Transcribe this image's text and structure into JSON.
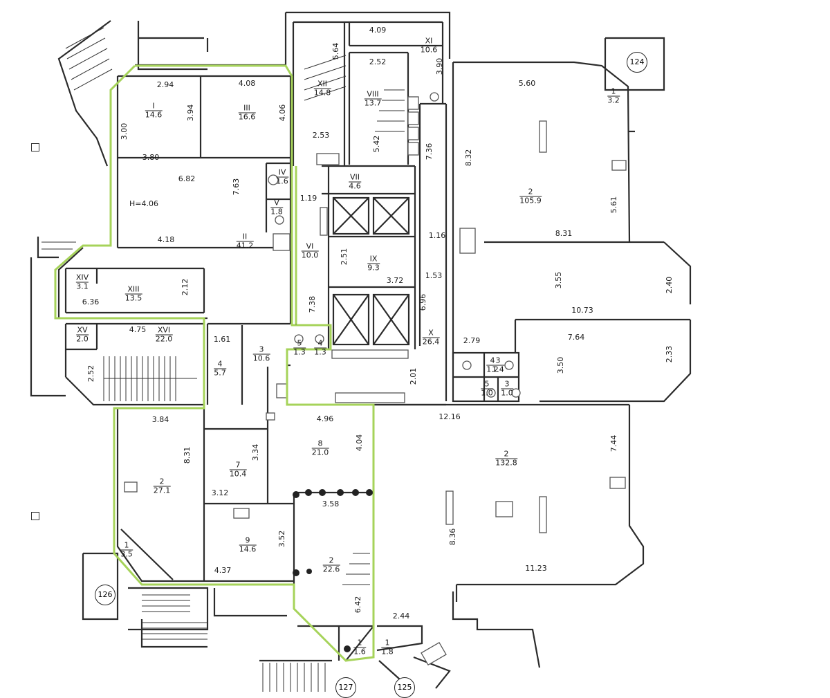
{
  "rooms": [
    {
      "id": "I",
      "area": "14.6"
    },
    {
      "id": "III",
      "area": "16.6"
    },
    {
      "id": "XII",
      "area": "14.8"
    },
    {
      "id": "VIII",
      "area": "13.7"
    },
    {
      "id": "XI",
      "area": "10.6"
    },
    {
      "id": "1",
      "area": "3.2"
    },
    {
      "id": "IV",
      "area": "1.6"
    },
    {
      "id": "V",
      "area": "1.8"
    },
    {
      "id": "VII",
      "area": "4.6"
    },
    {
      "id": "II",
      "area": "41.2"
    },
    {
      "id": "VI",
      "area": "10.0"
    },
    {
      "id": "IX",
      "area": "9.3"
    },
    {
      "id": "2",
      "area": "105.9"
    },
    {
      "id": "XIV",
      "area": "3.1"
    },
    {
      "id": "XIII",
      "area": "13.5"
    },
    {
      "id": "XV",
      "area": "2.0"
    },
    {
      "id": "XVI",
      "area": "22.0"
    },
    {
      "id": "5",
      "area": "1.3"
    },
    {
      "id": "4",
      "area": "1.3"
    },
    {
      "id": "X",
      "area": "26.4"
    },
    {
      "id": "4",
      "area": "5.7"
    },
    {
      "id": "3",
      "area": "10.6"
    },
    {
      "id": "4",
      "area": "1.2"
    },
    {
      "id": "3",
      "area": "1.4"
    },
    {
      "id": "5",
      "area": "1.0"
    },
    {
      "id": "3",
      "area": "1.0"
    },
    {
      "id": "8",
      "area": "21.0"
    },
    {
      "id": "2",
      "area": "27.1"
    },
    {
      "id": "7",
      "area": "10.4"
    },
    {
      "id": "2",
      "area": "132.8"
    },
    {
      "id": "9",
      "area": "14.6"
    },
    {
      "id": "1",
      "area": "3.5"
    },
    {
      "id": "2",
      "area": "22.6"
    },
    {
      "id": "1",
      "area": "1.6"
    },
    {
      "id": "1",
      "area": "1.8"
    }
  ],
  "dimensions": [
    "4.09",
    "5.64",
    "3.90",
    "2.94",
    "4.08",
    "2.52",
    "5.60",
    "3.94",
    "4.06",
    "3.00",
    "2.53",
    "5.42",
    "7.36",
    "8.32",
    "3.80",
    "6.82",
    "7.63",
    "1.19",
    "H=4.06",
    "5.61",
    "4.18",
    "1.16",
    "8.31",
    "2.51",
    "3.72",
    "1.53",
    "3.55",
    "2.40",
    "6.36",
    "2.12",
    "6.96",
    "7.38",
    "10.73",
    "4.75",
    "1.61",
    "2.79",
    "7.64",
    "2.52",
    "3.50",
    "2.33",
    "2.01",
    "3.84",
    "4.96",
    "12.16",
    "8.31",
    "3.34",
    "4.04",
    "7.44",
    "3.12",
    "3.58",
    "3.52",
    "8.36",
    "4.37",
    "11.23",
    "6.42",
    "2.44"
  ],
  "tags": [
    "124",
    "126",
    "127",
    "125"
  ],
  "colors": {
    "highlight": "#a6d35a",
    "wall": "#2b2b2b",
    "fixture": "#555555"
  }
}
